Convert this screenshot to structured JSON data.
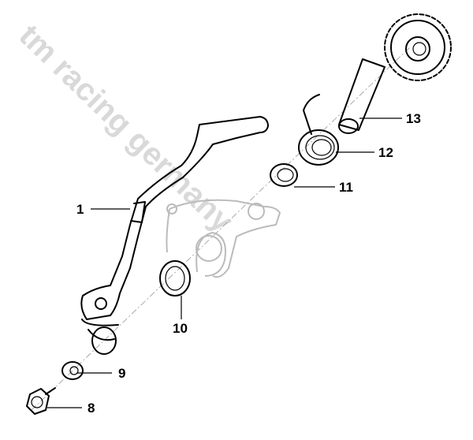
{
  "diagram": {
    "watermark": "tm racing germany",
    "callouts": [
      {
        "id": "1",
        "label": "1"
      },
      {
        "id": "8",
        "label": "8"
      },
      {
        "id": "9",
        "label": "9"
      },
      {
        "id": "10",
        "label": "10"
      },
      {
        "id": "11",
        "label": "11"
      },
      {
        "id": "12",
        "label": "12"
      },
      {
        "id": "13",
        "label": "13"
      }
    ]
  }
}
